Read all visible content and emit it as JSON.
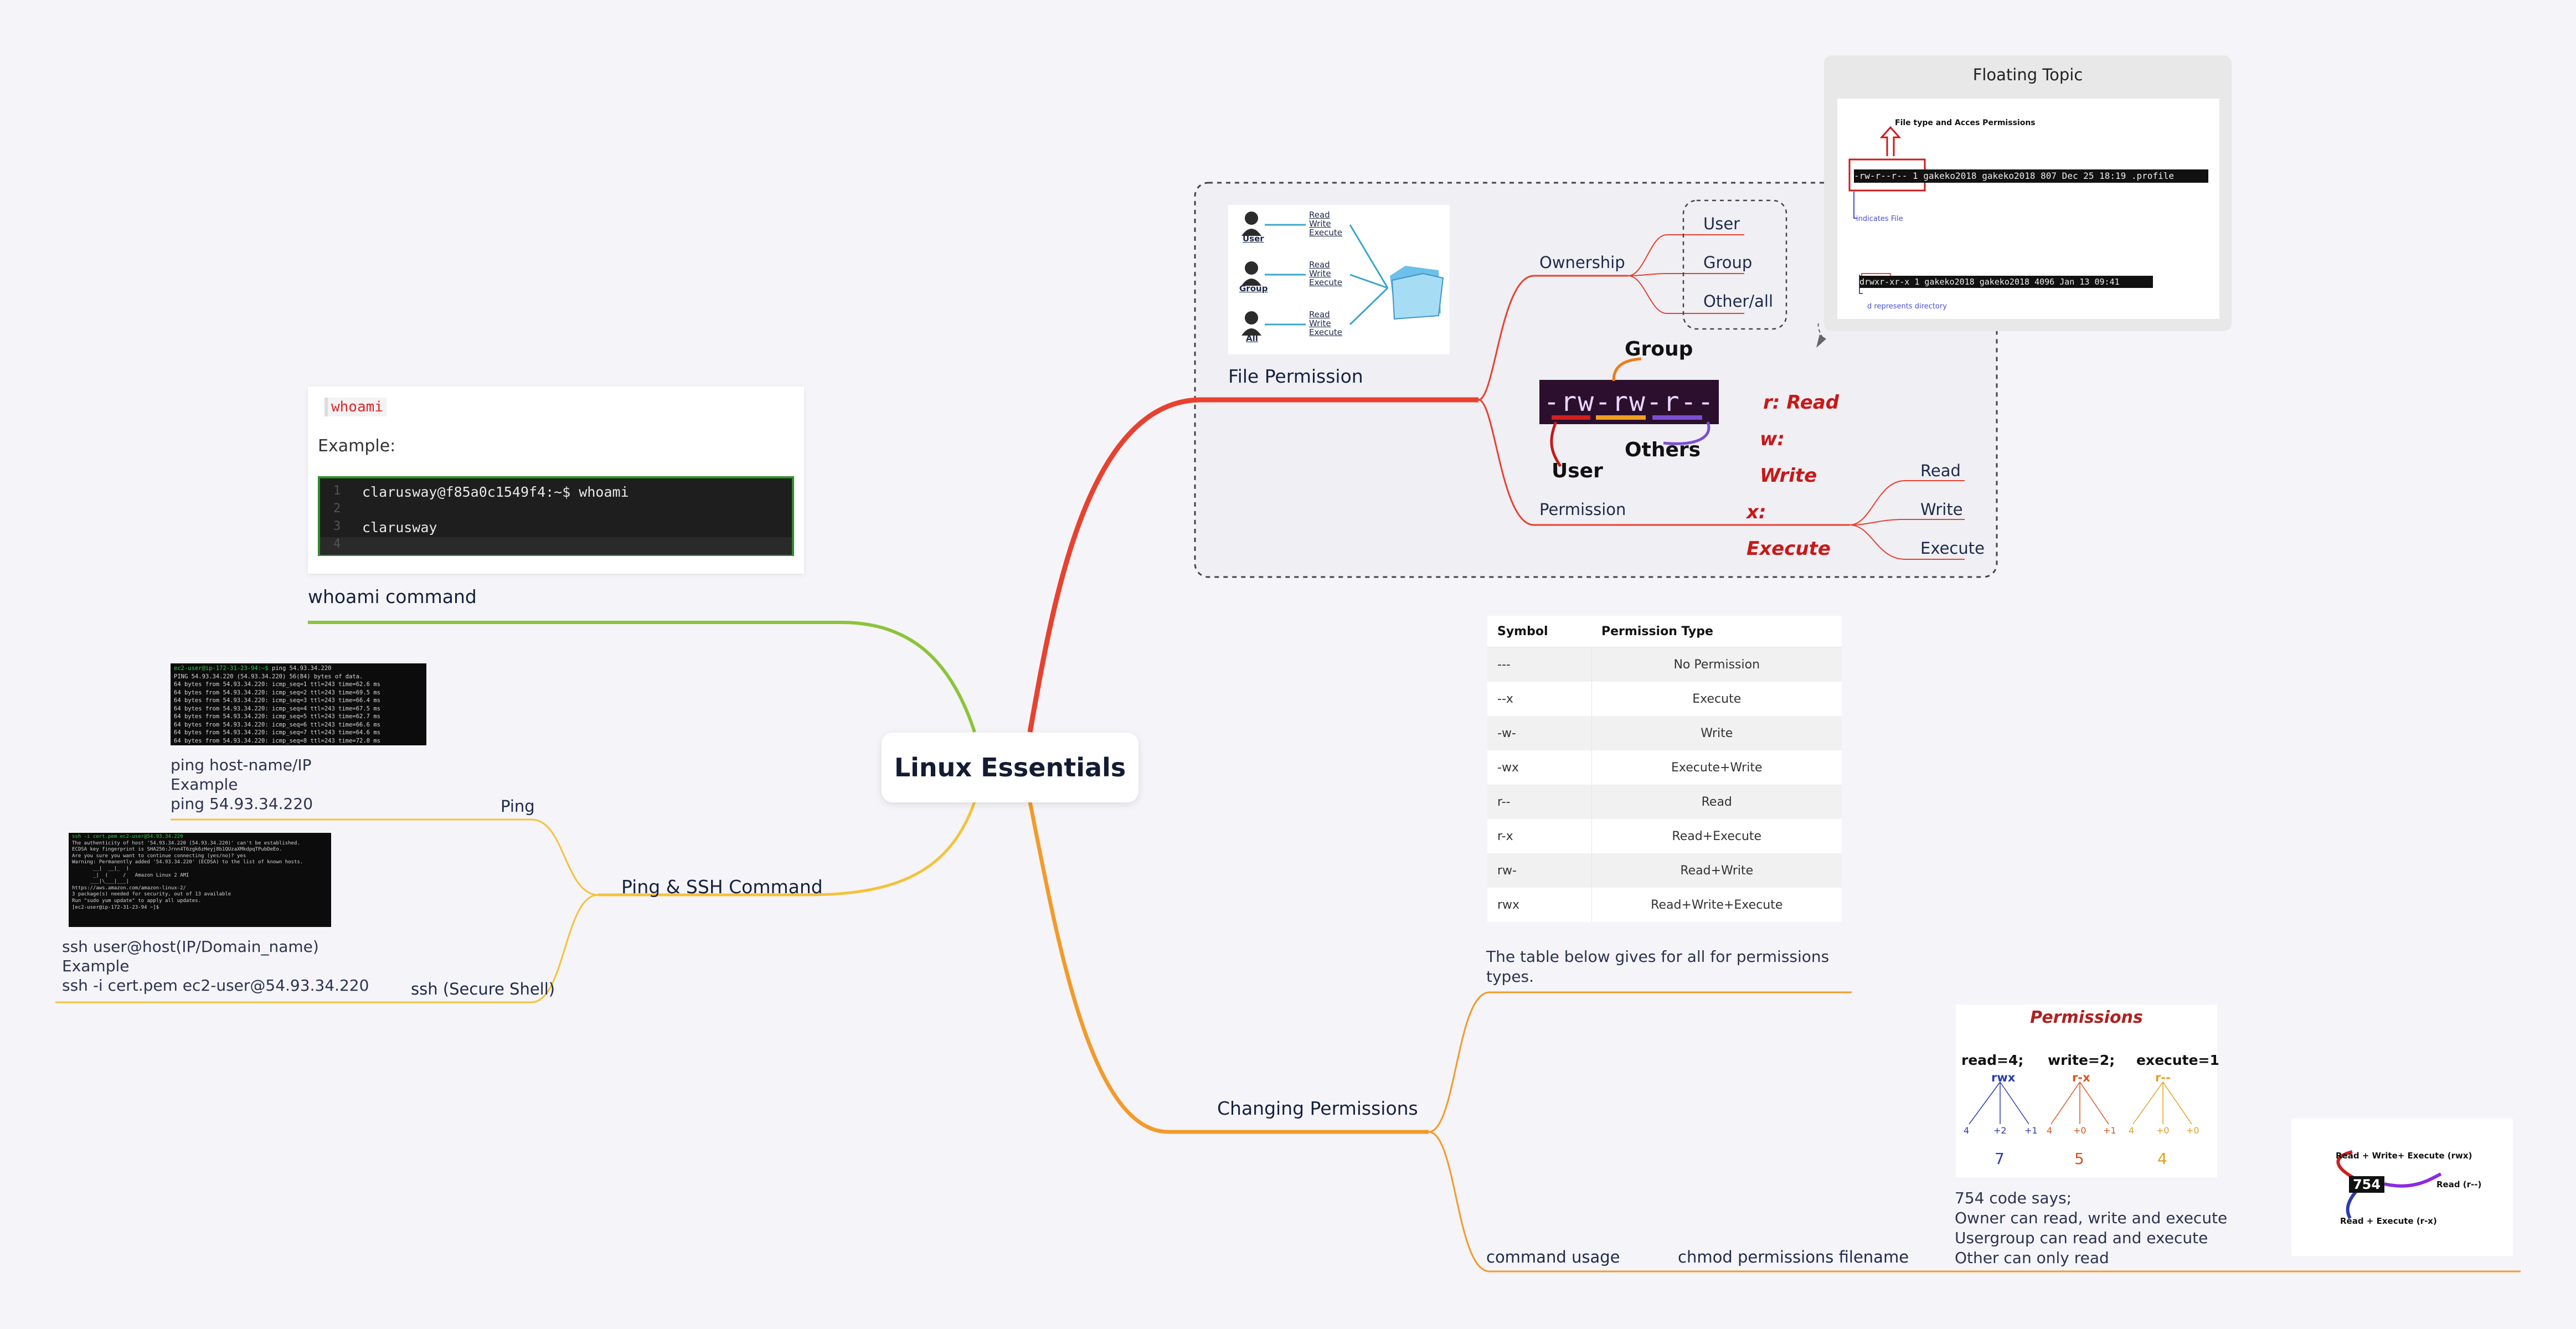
{
  "root": {
    "title": "Linux Essentials"
  },
  "whoami": {
    "branch_label": "whoami command",
    "inline_code": "whoami",
    "example_label": "Example:",
    "terminal_lines": [
      "clarusway@f85a0c1549f4:~$ whoami",
      "",
      "clarusway",
      ""
    ],
    "line_numbers": [
      "1",
      "2",
      "3",
      "4"
    ]
  },
  "ping_ssh": {
    "branch_label": "Ping & SSH Command",
    "ping": {
      "label": "Ping",
      "note_lines": [
        "ping host-name/IP",
        "Example",
        "ping 54.93.34.220"
      ],
      "terminal_prompt": "ec2-user@ip-172-31-23-94:~$",
      "terminal_cmd": " ping 54.93.34.220",
      "terminal_lines": [
        "PING 54.93.34.220 (54.93.34.220) 56(84) bytes of data.",
        "64 bytes from 54.93.34.220: icmp_seq=1 ttl=243 time=62.6 ms",
        "64 bytes from 54.93.34.220: icmp_seq=2 ttl=243 time=69.5 ms",
        "64 bytes from 54.93.34.220: icmp_seq=3 ttl=243 time=66.4 ms",
        "64 bytes from 54.93.34.220: icmp_seq=4 ttl=243 time=67.5 ms",
        "64 bytes from 54.93.34.220: icmp_seq=5 ttl=243 time=62.7 ms",
        "64 bytes from 54.93.34.220: icmp_seq=6 ttl=243 time=66.6 ms",
        "64 bytes from 54.93.34.220: icmp_seq=7 ttl=243 time=64.6 ms",
        "64 bytes from 54.93.34.220: icmp_seq=8 ttl=243 time=72.0 ms"
      ]
    },
    "ssh": {
      "label": "ssh (Secure Shell)",
      "note_lines": [
        "ssh user@host(IP/Domain_name)",
        "Example",
        "ssh -i cert.pem ec2-user@54.93.34.220"
      ],
      "terminal_lines": [
        "ssh -i cert.pem ec2-user@54.93.34.220",
        "The authenticity of host '54.93.34.220 (54.93.34.220)' can't be established.",
        "ECDSA key fingerprint is SHA256:Jrnn4T6zgk6zHeyj8b1QUzaXMkdpqTPubDeEo.",
        "Are you sure you want to continue connecting (yes/no)? yes",
        "Warning: Permanently added '54.93.34.220' (ECDSA) to the list of known hosts.",
        "",
        "       __|  __|_  )",
        "       _|  (     /   Amazon Linux 2 AMI",
        "      ___|\\___|___|",
        "",
        "https://aws.amazon.com/amazon-linux-2/",
        "3 package(s) needed for security, out of 13 available",
        "Run \"sudo yum update\" to apply all updates.",
        "[ec2-user@ip-172-31-23-94 ~]$"
      ]
    }
  },
  "file_permission": {
    "branch_label": "File Permission",
    "ownership": {
      "label": "Ownership",
      "items": [
        "User",
        "Group",
        "Other/all"
      ]
    },
    "permission": {
      "label": "Permission",
      "items": [
        "Read",
        "Write",
        "Execute"
      ]
    },
    "rwx_image": {
      "string": "-rw-rw-r--",
      "group": "Group",
      "others": "Others",
      "user": "User",
      "legend": [
        "r: Read",
        "w: Write",
        "x: Execute"
      ]
    },
    "owners_image": {
      "users": [
        "User",
        "Group",
        "All"
      ],
      "perms": [
        "Read",
        "Write",
        "Execute"
      ]
    }
  },
  "floating_topic": {
    "title": "Floating Topic",
    "caption_top": "File type and Acces Permissions",
    "line1": "-rw-r--r-- 1 gakeko2018 gakeko2018  807 Dec 25 18:19 .profile",
    "note1": "indicates File",
    "line2": "drwxr-xr-x 1 gakeko2018 gakeko2018 4096 Jan 13 09:41",
    "note2": "d represents directory"
  },
  "changing_permissions": {
    "branch_label": "Changing Permissions",
    "table_note": "The table below gives for all for permissions types.",
    "table": {
      "headers": [
        "Symbol",
        "Permission Type"
      ],
      "rows": [
        [
          "---",
          "No Permission"
        ],
        [
          "--x",
          "Execute"
        ],
        [
          "-w-",
          "Write"
        ],
        [
          "-wx",
          "Execute+Write"
        ],
        [
          "r--",
          "Read"
        ],
        [
          "r-x",
          "Read+Execute"
        ],
        [
          "rw-",
          "Read+Write"
        ],
        [
          "rwx",
          "Read+Write+Execute"
        ]
      ]
    },
    "command_usage": {
      "label": "command usage",
      "syntax": "chmod permissions filename"
    },
    "code_note_lines": [
      "754 code says;",
      "Owner can read, write and execute",
      "Usergroup can read and execute",
      "Other can only read"
    ],
    "permissions_card": {
      "title": "Permissions",
      "cols": [
        {
          "head": "read=4;",
          "sub": "rwx",
          "color": "#2a3bb0",
          "parts": [
            "4",
            "+2",
            "+1"
          ],
          "total": "7"
        },
        {
          "head": "write=2;",
          "sub": "r-x",
          "color": "#d9541a",
          "parts": [
            "4",
            "+0",
            "+1"
          ],
          "total": "5"
        },
        {
          "head": "execute=1",
          "sub": "r--",
          "color": "#e0a020",
          "parts": [
            "4",
            "+0",
            "+0"
          ],
          "total": "4"
        }
      ]
    },
    "code_754_card": {
      "code": "754",
      "owner": "Read + Write+ Execute (rwx)",
      "other": "Read (r--)",
      "group": "Read + Execute (r-x)"
    }
  }
}
